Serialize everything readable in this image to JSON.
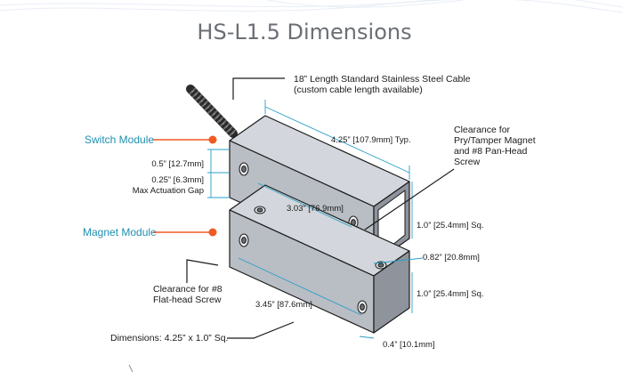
{
  "title": "HS-L1.5 Dimensions",
  "cable": {
    "line1": "18” Length Standard Stainless Steel Cable",
    "line2": "(custom cable length available)"
  },
  "modules": {
    "switch": "Switch Module",
    "magnet": "Magnet Module"
  },
  "clearance_top": {
    "line1": "Clearance for",
    "line2": "Pry/Tamper Magnet",
    "line3": "and #8 Pan-Head",
    "line4": "Screw"
  },
  "clearance_bottom": {
    "line1": "Clearance for #8",
    "line2": "Flat-head Screw"
  },
  "dims": {
    "switch_length": "4.25” [107.9mm] Typ.",
    "hole_offset": "0.5” [12.7mm]",
    "gap": "0.25” [6.3mm]",
    "gap_label": "Max Actuation Gap",
    "hole_spacing_top": "3.03” [76.9mm]",
    "square_top": "1.0” [25.4mm] Sq.",
    "end_hole": "0.82” [20.8mm]",
    "square_bottom": "1.0” [25.4mm] Sq.",
    "hole_spacing_bottom": "3.45” [87.6mm]",
    "end_offset": "0.4” [10.1mm]",
    "overall": "Dimensions: 4.25” x 1.0” Sq."
  },
  "colors": {
    "accent_text": "#1f8fb0",
    "accent_marker": "#f05a22",
    "body_top": "#d3d6dc",
    "body_front": "#b9bdc4",
    "body_end": "#8f949c",
    "outline": "#1a1a1a",
    "dim_line": "#2aa0c8"
  }
}
